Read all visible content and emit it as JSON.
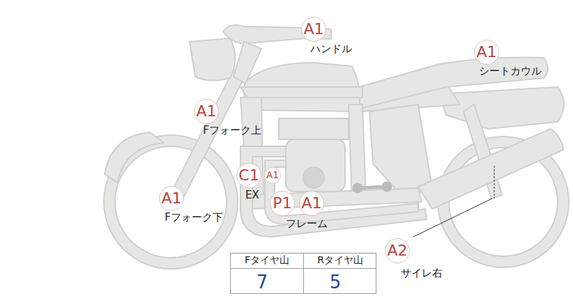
{
  "diagram": {
    "nodes": [
      {
        "text": [
          "A1",
          "ハンドル"
        ]
      },
      {
        "text": [
          "A1",
          "シートカウル"
        ]
      },
      {
        "text": [
          "A1",
          "Fフォーク上"
        ]
      },
      {
        "text": [
          "C1",
          "EX"
        ]
      },
      {
        "text": [
          "A1"
        ]
      },
      {
        "text": [
          "A1",
          "Fフォーク下"
        ]
      },
      {
        "text": [
          "P1"
        ]
      },
      {
        "text": [
          "A1",
          "フレーム"
        ]
      },
      {
        "text": [
          "A2",
          "サイレ右"
        ]
      }
    ],
    "labels": [
      "Fタイヤ山",
      "Rタイヤ山",
      "7",
      "5"
    ]
  }
}
